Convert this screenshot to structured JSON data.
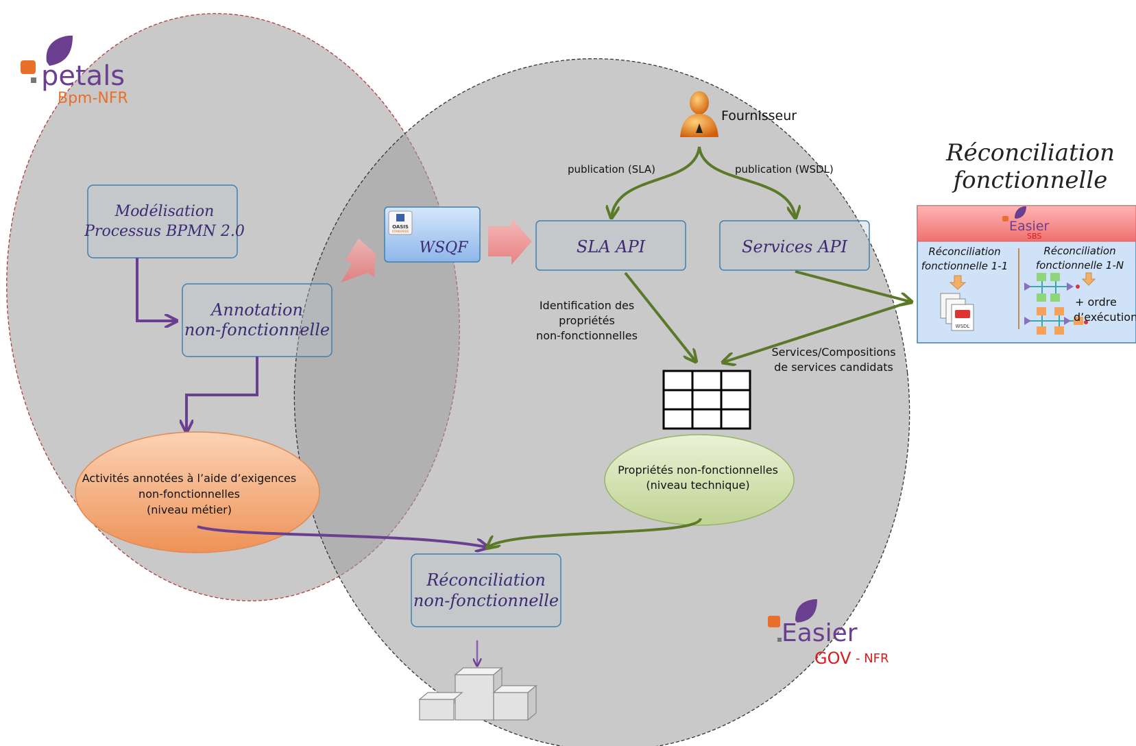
{
  "logos": {
    "petals_main": "petals",
    "petals_sub": "Bpm-NFR",
    "easier_gov_main": "Easier",
    "easier_gov_sub_a": "GOV",
    "easier_gov_sub_b": "- NFR",
    "easier_sbs_main": "Easier",
    "easier_sbs_sub": "SBS",
    "oasis": "OASIS",
    "oasis_sub": "STANDARDS"
  },
  "actor": {
    "label": "Fournisseur",
    "icon": "user-icon"
  },
  "boxes": {
    "modelisation": [
      "Modélisation",
      "Processus BPMN 2.0"
    ],
    "annotation": [
      "Annotation",
      "non-fonctionnelle"
    ],
    "wsqf": "WSQF",
    "sla_api": "SLA API",
    "services_api": "Services API",
    "reconciliation_nf": [
      "Réconciliation",
      "non-fonctionnelle"
    ]
  },
  "ellipses": {
    "activites": [
      "Activités annotées à l’aide d’exigences",
      "non-fonctionnelles",
      "(niveau métier)"
    ],
    "proprietes": [
      "Propriétés non-fonctionnelles",
      "(niveau technique)"
    ]
  },
  "edge_labels": {
    "pub_sla": "publication (SLA)",
    "pub_wsdl": "publication (WSDL)",
    "identification": [
      "Identification des",
      "propriétés",
      "non-fonctionnelles"
    ],
    "candidats": [
      "Services/Compositions",
      "de services candidats"
    ]
  },
  "reconciliation_f": {
    "title": [
      "Réconciliation",
      "fonctionnelle"
    ],
    "col1": [
      "Réconciliation",
      "fonctionnelle 1-1"
    ],
    "col2": [
      "Réconciliation",
      "fonctionnelle 1-N"
    ],
    "ordre": [
      "+ ordre",
      "d’exécution"
    ],
    "wsdl": "WSDL"
  },
  "colors": {
    "purple_arrow": "#6b3f8f",
    "green_arrow": "#5a7a2a",
    "pink_arrow": "#f0b8b8",
    "orange_ellipse": "#f2a36d",
    "green_ellipse": "#cfe0a8",
    "box_border": "#3f7fb0",
    "easier_orange": "#e85a1b",
    "gov_red": "#d81d1d"
  }
}
